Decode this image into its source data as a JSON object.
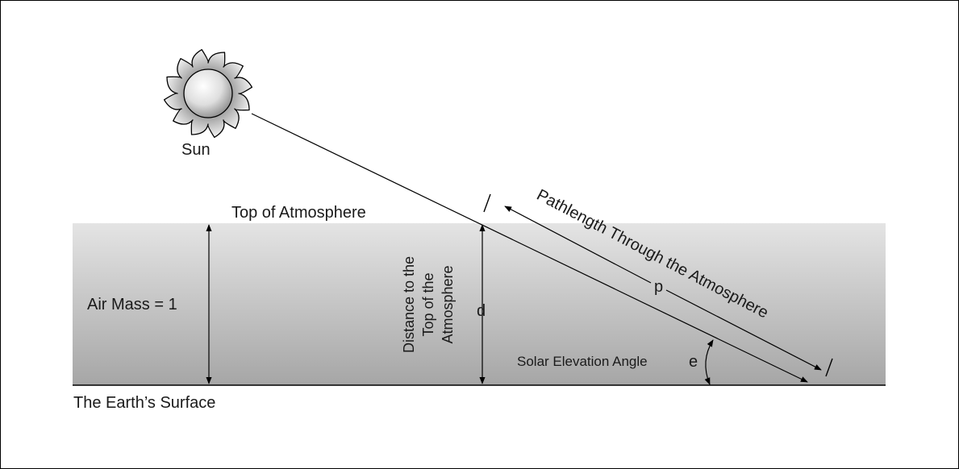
{
  "diagram": {
    "labels": {
      "sun": "Sun",
      "top_of_atmosphere": "Top of Atmosphere",
      "air_mass": "Air Mass = 1",
      "distance": {
        "line1": "Distance to the",
        "line2": "Top of the",
        "line3": "Atmosphere"
      },
      "d_symbol": "d",
      "pathlength": "Pathlength Through the Atmosphere",
      "p_symbol": "p",
      "solar_elevation": "Solar Elevation Angle",
      "e_symbol": "e",
      "earth_surface": "The Earth’s Surface"
    },
    "colors": {
      "atmosphere_top": "#e2e2e2",
      "atmosphere_bottom": "#a9a9a9",
      "line": "#000000"
    },
    "icons": {
      "sun": "sun-icon"
    }
  }
}
